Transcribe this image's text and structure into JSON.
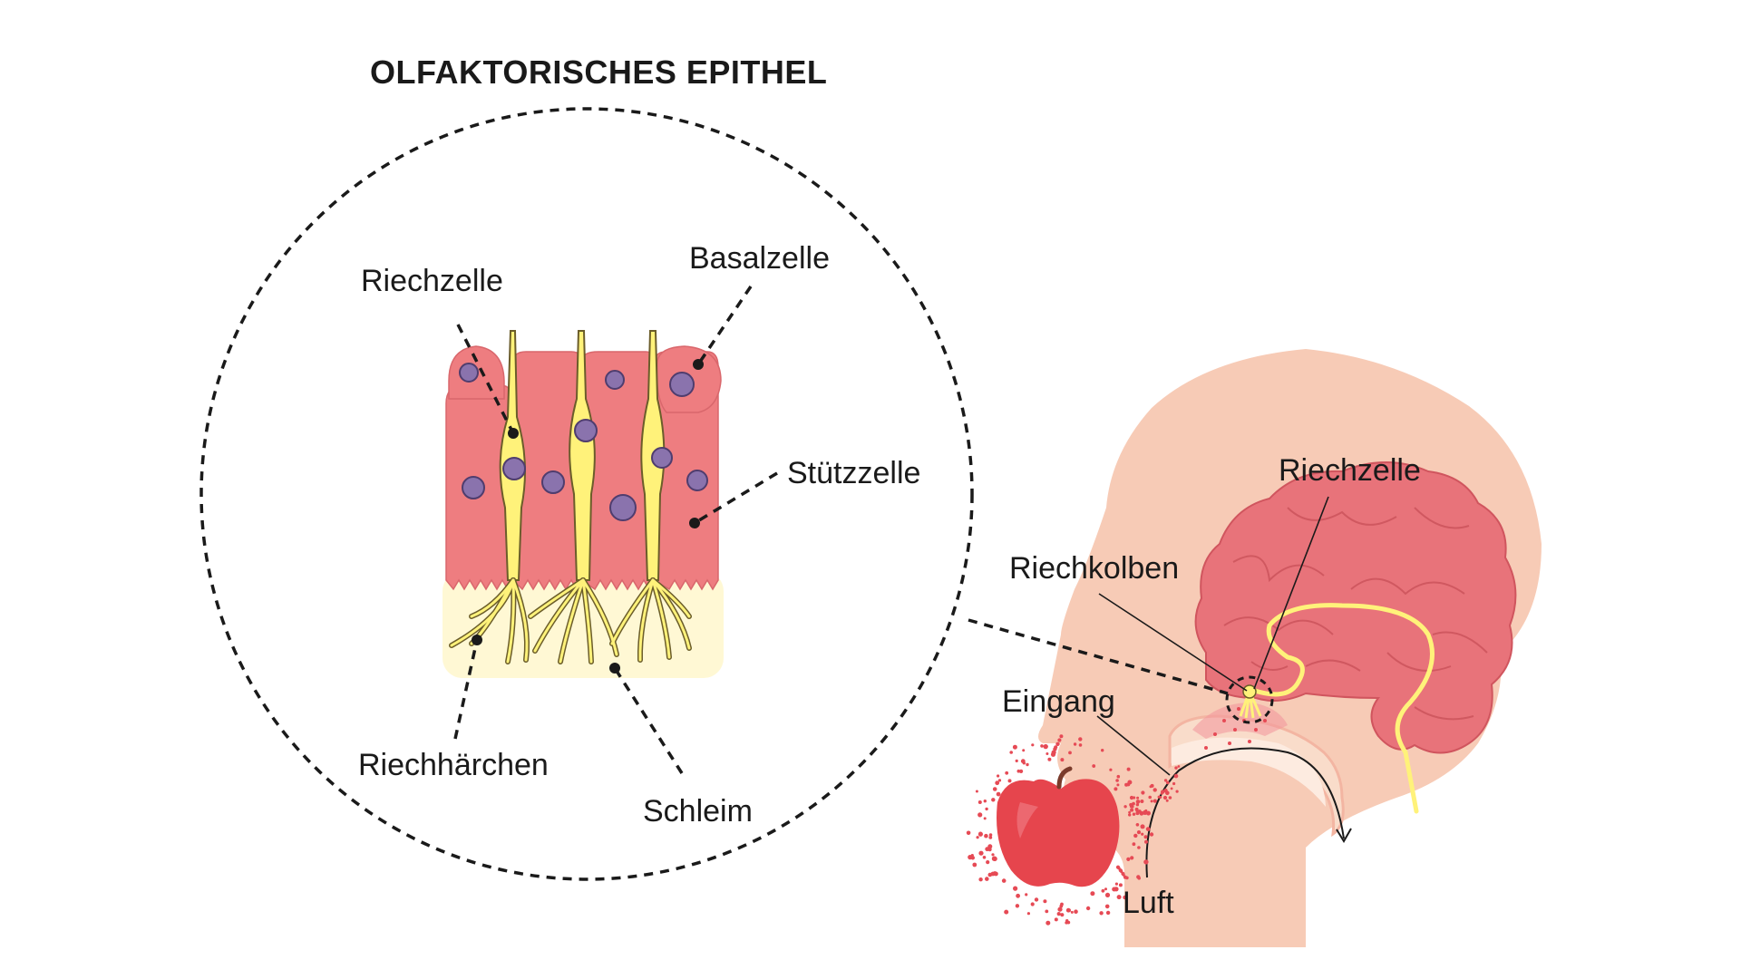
{
  "title": "OLFAKTORISCHES EPITHEL",
  "labels": {
    "riechzelle_zoom": "Riechzelle",
    "basalzelle": "Basalzelle",
    "stuetzzelle": "Stützzelle",
    "riechhaerchen": "Riechhärchen",
    "schleim": "Schleim",
    "riechzelle_head": "Riechzelle",
    "riechkolben": "Riechkolben",
    "eingang": "Eingang",
    "luft": "Luft"
  },
  "colors": {
    "support_cell": "#ee7d80",
    "nucleus": "#8a73ad",
    "olfactory_cell": "#fff27a",
    "mucus": "#fff8d4",
    "skin": "#f7cbb6",
    "skin_light": "#f9dcca",
    "brain": "#e8737a",
    "apple": "#e6454d",
    "scent": "#e64a55"
  }
}
